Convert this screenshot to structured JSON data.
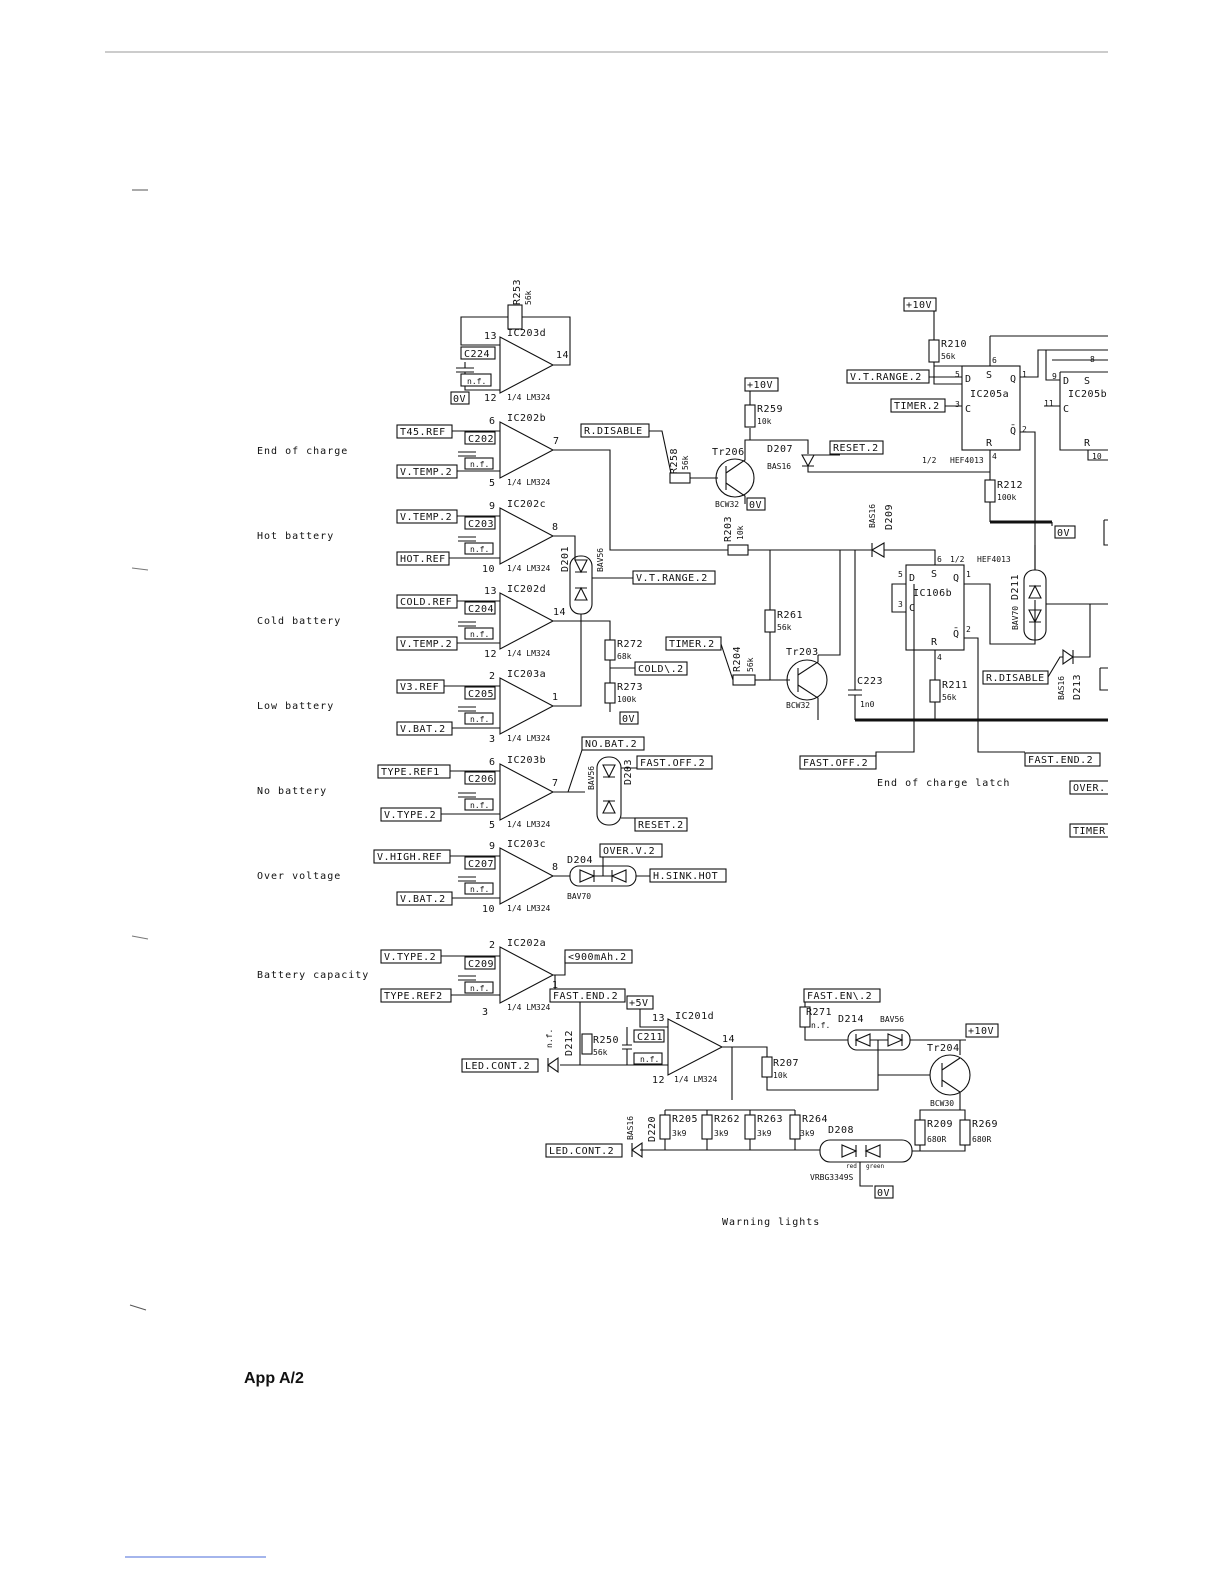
{
  "page": {
    "label": "App A/2"
  },
  "sections": [
    {
      "id": "end",
      "label": "End of charge"
    },
    {
      "id": "hot",
      "label": "Hot battery"
    },
    {
      "id": "cold",
      "label": "Cold battery"
    },
    {
      "id": "low",
      "label": "Low battery"
    },
    {
      "id": "nobat",
      "label": "No battery"
    },
    {
      "id": "over",
      "label": "Over voltage"
    },
    {
      "id": "cap",
      "label": "Battery capacity"
    }
  ],
  "captions": {
    "latch": "End of charge latch",
    "warning": "Warning lights"
  },
  "common": {
    "lm324": "1/4 LM324",
    "nf": "n.f.",
    "pin_d": "D",
    "pin_s": "S",
    "pin_q": "Q",
    "pin_c": "C",
    "pin_r": "R",
    "pin_qb": "Q̄",
    "half": "1/2"
  },
  "signals": {
    "t45": "T45.REF",
    "vtemp": "V.TEMP.2",
    "hotref": "HOT.REF",
    "coldref": "COLD.REF",
    "v3ref": "V3.REF",
    "vbat": "V.BAT.2",
    "typeref1": "TYPE.REF1",
    "vtype": "V.TYPE.2",
    "vhighref": "V.HIGH.REF",
    "typeref2": "TYPE.REF2",
    "rdisable": "R.DISABLE",
    "vtrange": "V.T.RANGE.2",
    "timer": "TIMER.2",
    "reset": "RESET.2",
    "coldbar": "COLD\\.2",
    "nobat": "NO.BAT.2",
    "fastoff": "FAST.OFF.2",
    "overv": "OVER.V.2",
    "hsink": "H.SINK.HOT",
    "cap900": "<900mAh.2",
    "fastend": "FAST.END.2",
    "fastenbar": "FAST.EN\\.2",
    "ledcont": "LED.CONT.2",
    "p10v": "+10V",
    "p5v": "+5V",
    "zero": "0V",
    "over_cut": "OVER.",
    "timer_cut": "TIMER"
  },
  "ics": {
    "ic203d": "IC203d",
    "ic202b": "IC202b",
    "ic202c": "IC202c",
    "ic202d": "IC202d",
    "ic203a": "IC203a",
    "ic203b": "IC203b",
    "ic203c": "IC203c",
    "ic202a": "IC202a",
    "ic201d": "IC201d",
    "ic205a": "IC205a",
    "ic205b": "IC205b",
    "ic106b": "IC106b",
    "hef": "HEF4013"
  },
  "caps": {
    "c224": "C224",
    "c202": "C202",
    "c203": "C203",
    "c204": "C204",
    "c205": "C205",
    "c206": "C206",
    "c207": "C207",
    "c209": "C209",
    "c211": "C211",
    "c223": "C223",
    "c223v": "1n0"
  },
  "resistors": {
    "r253": "R253",
    "r253v": "56k",
    "r210": "R210",
    "r210v": "56k",
    "r259": "R259",
    "r259v": "10k",
    "r258": "R258",
    "r258v": "56k",
    "r212": "R212",
    "r212v": "100k",
    "r203": "R203",
    "r203v": "10k",
    "r261": "R261",
    "r261v": "56k",
    "r272": "R272",
    "r272v": "68k",
    "r273": "R273",
    "r273v": "100k",
    "r204": "R204",
    "r204v": "56k",
    "r211": "R211",
    "r211v": "56k",
    "r250": "R250",
    "r250v": "56k",
    "r271": "R271",
    "r207": "R207",
    "r207v": "10k",
    "r205": "R205",
    "r262": "R262",
    "r263": "R263",
    "r264": "R264",
    "r3k9": "3k9",
    "r209": "R209",
    "r269": "R269",
    "r680": "680R"
  },
  "transistors": {
    "tr206": "Tr206",
    "bcw32": "BCW32",
    "tr203": "Tr203",
    "tr204": "Tr204",
    "bcw30": "BCW30"
  },
  "diodes": {
    "d207": "D207",
    "bas16": "BAS16",
    "d209": "D209",
    "d201": "D201",
    "bav56": "BAV56",
    "d211": "D211",
    "bav70": "BAV70",
    "d213": "D213",
    "d203": "D203",
    "d204": "D204",
    "d212": "D212",
    "d214": "D214",
    "d220": "D220",
    "d208": "D208",
    "vrbg": "VRBG3349S",
    "red": "red",
    "green": "green"
  },
  "pins": {
    "p13": "13",
    "p12": "12",
    "p14": "14",
    "p6": "6",
    "p5": "5",
    "p7": "7",
    "p9": "9",
    "p10": "10",
    "p8": "8",
    "p2": "2",
    "p1": "1",
    "p3": "3",
    "p4": "4",
    "p11": "11"
  }
}
